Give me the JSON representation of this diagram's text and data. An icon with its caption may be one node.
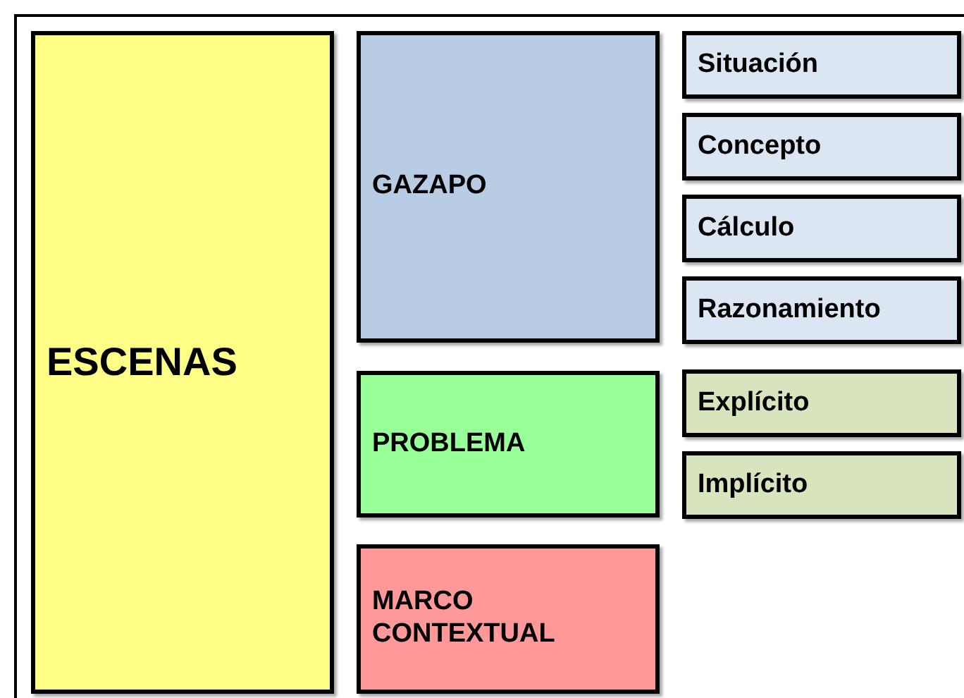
{
  "diagram": {
    "nodes": [
      {
        "text": [
          "ESCENAS"
        ]
      },
      {
        "text": [
          "GAZAPO"
        ]
      },
      {
        "text": [
          "PROBLEMA"
        ]
      },
      {
        "text": [
          "MARCO CONTEXTUAL"
        ]
      },
      {
        "text": [
          "Situación"
        ]
      },
      {
        "text": [
          "Concepto"
        ]
      },
      {
        "text": [
          "Cálculo"
        ]
      },
      {
        "text": [
          "Razonamiento"
        ]
      },
      {
        "text": [
          "Explícito"
        ]
      },
      {
        "text": [
          "Implícito"
        ]
      }
    ]
  }
}
